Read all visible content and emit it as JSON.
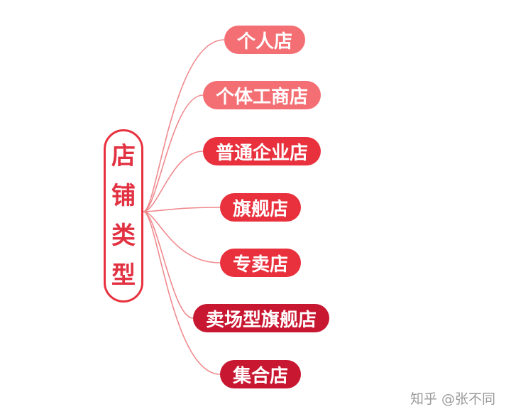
{
  "root": {
    "label": [
      "店",
      "铺",
      "类",
      "型"
    ]
  },
  "branches": [
    {
      "label": "个人店",
      "color": "#f46f74"
    },
    {
      "label": "个体工商店",
      "color": "#f46f74"
    },
    {
      "label": "普通企业店",
      "color": "#e9303d"
    },
    {
      "label": "旗舰店",
      "color": "#e9303d"
    },
    {
      "label": "专卖店",
      "color": "#e9303d"
    },
    {
      "label": "卖场型旗舰店",
      "color": "#c81731"
    },
    {
      "label": "集合店",
      "color": "#c81731"
    }
  ],
  "connector_color": "#f08a8e",
  "watermark": "知乎 @张不同"
}
